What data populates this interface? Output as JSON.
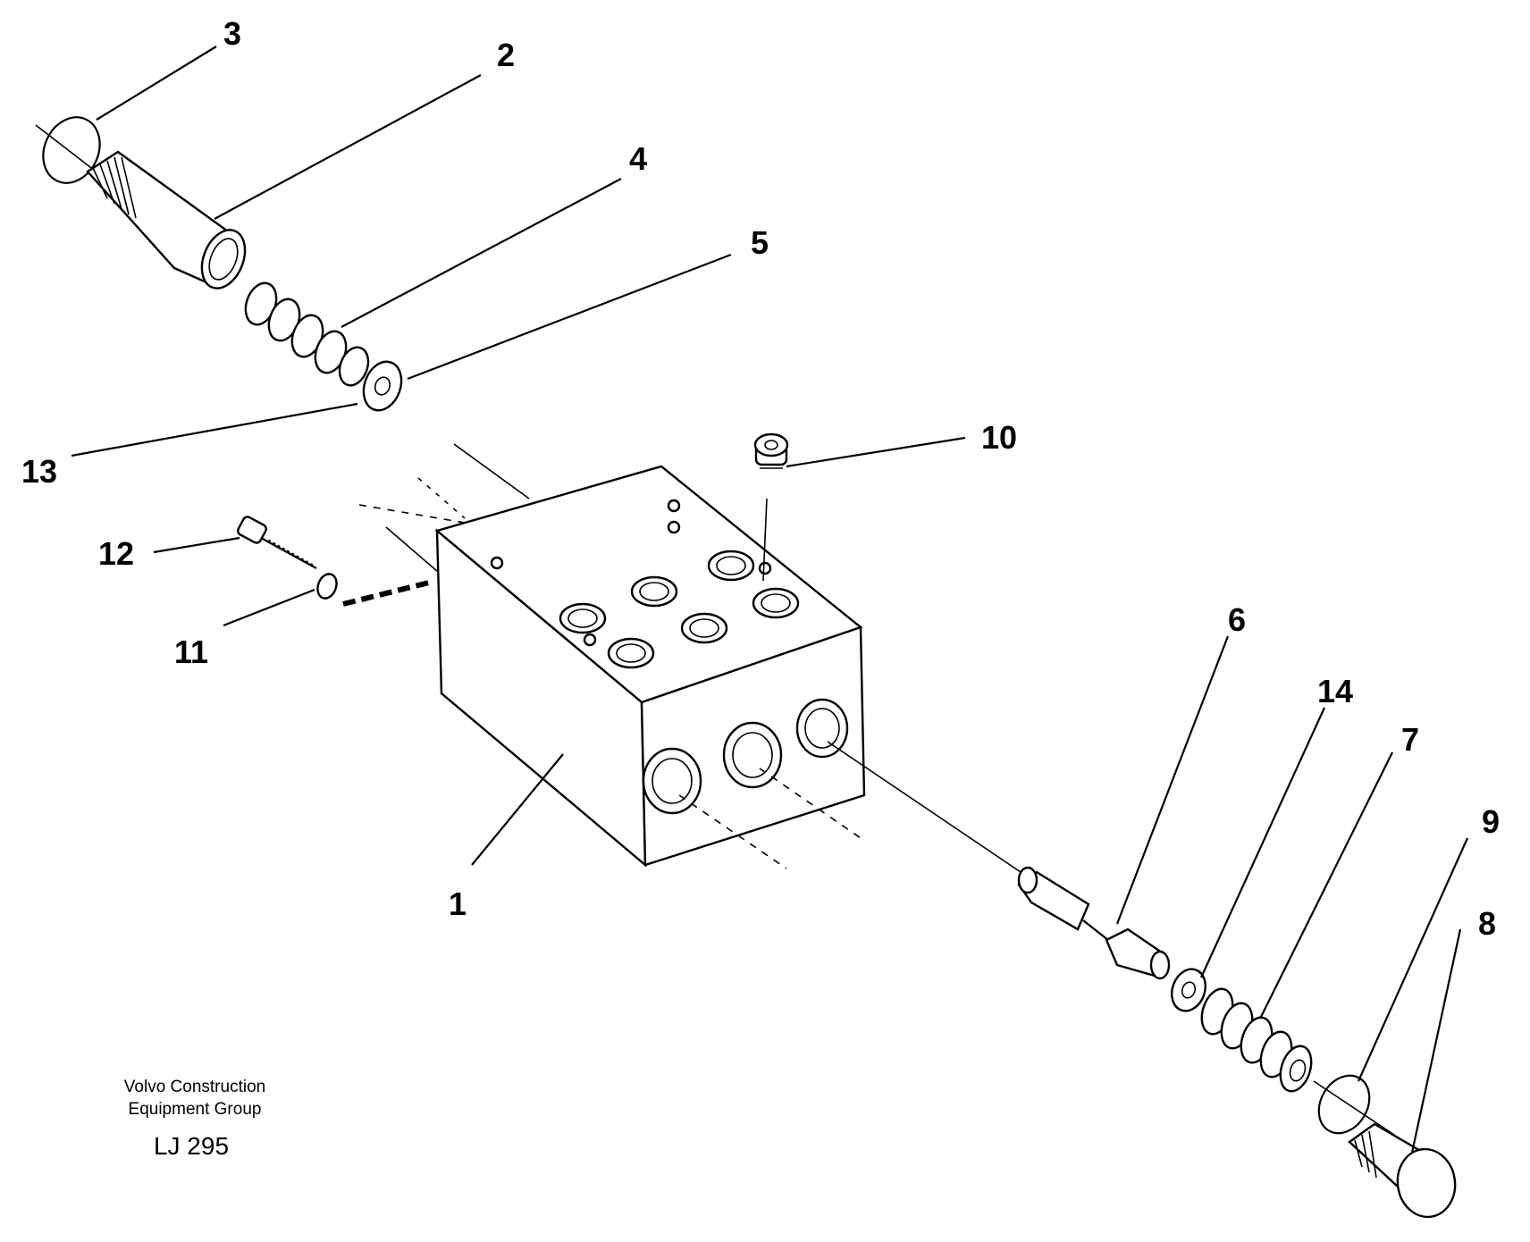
{
  "labels": {
    "l1": "1",
    "l2": "2",
    "l3": "3",
    "l4": "4",
    "l5": "5",
    "l6": "6",
    "l7": "7",
    "l8": "8",
    "l9": "9",
    "l10": "10",
    "l11": "11",
    "l12": "12",
    "l13": "13",
    "l14": "14"
  },
  "caption": {
    "line1": "Volvo Construction",
    "line2": "Equipment Group",
    "ref": "LJ 295"
  }
}
